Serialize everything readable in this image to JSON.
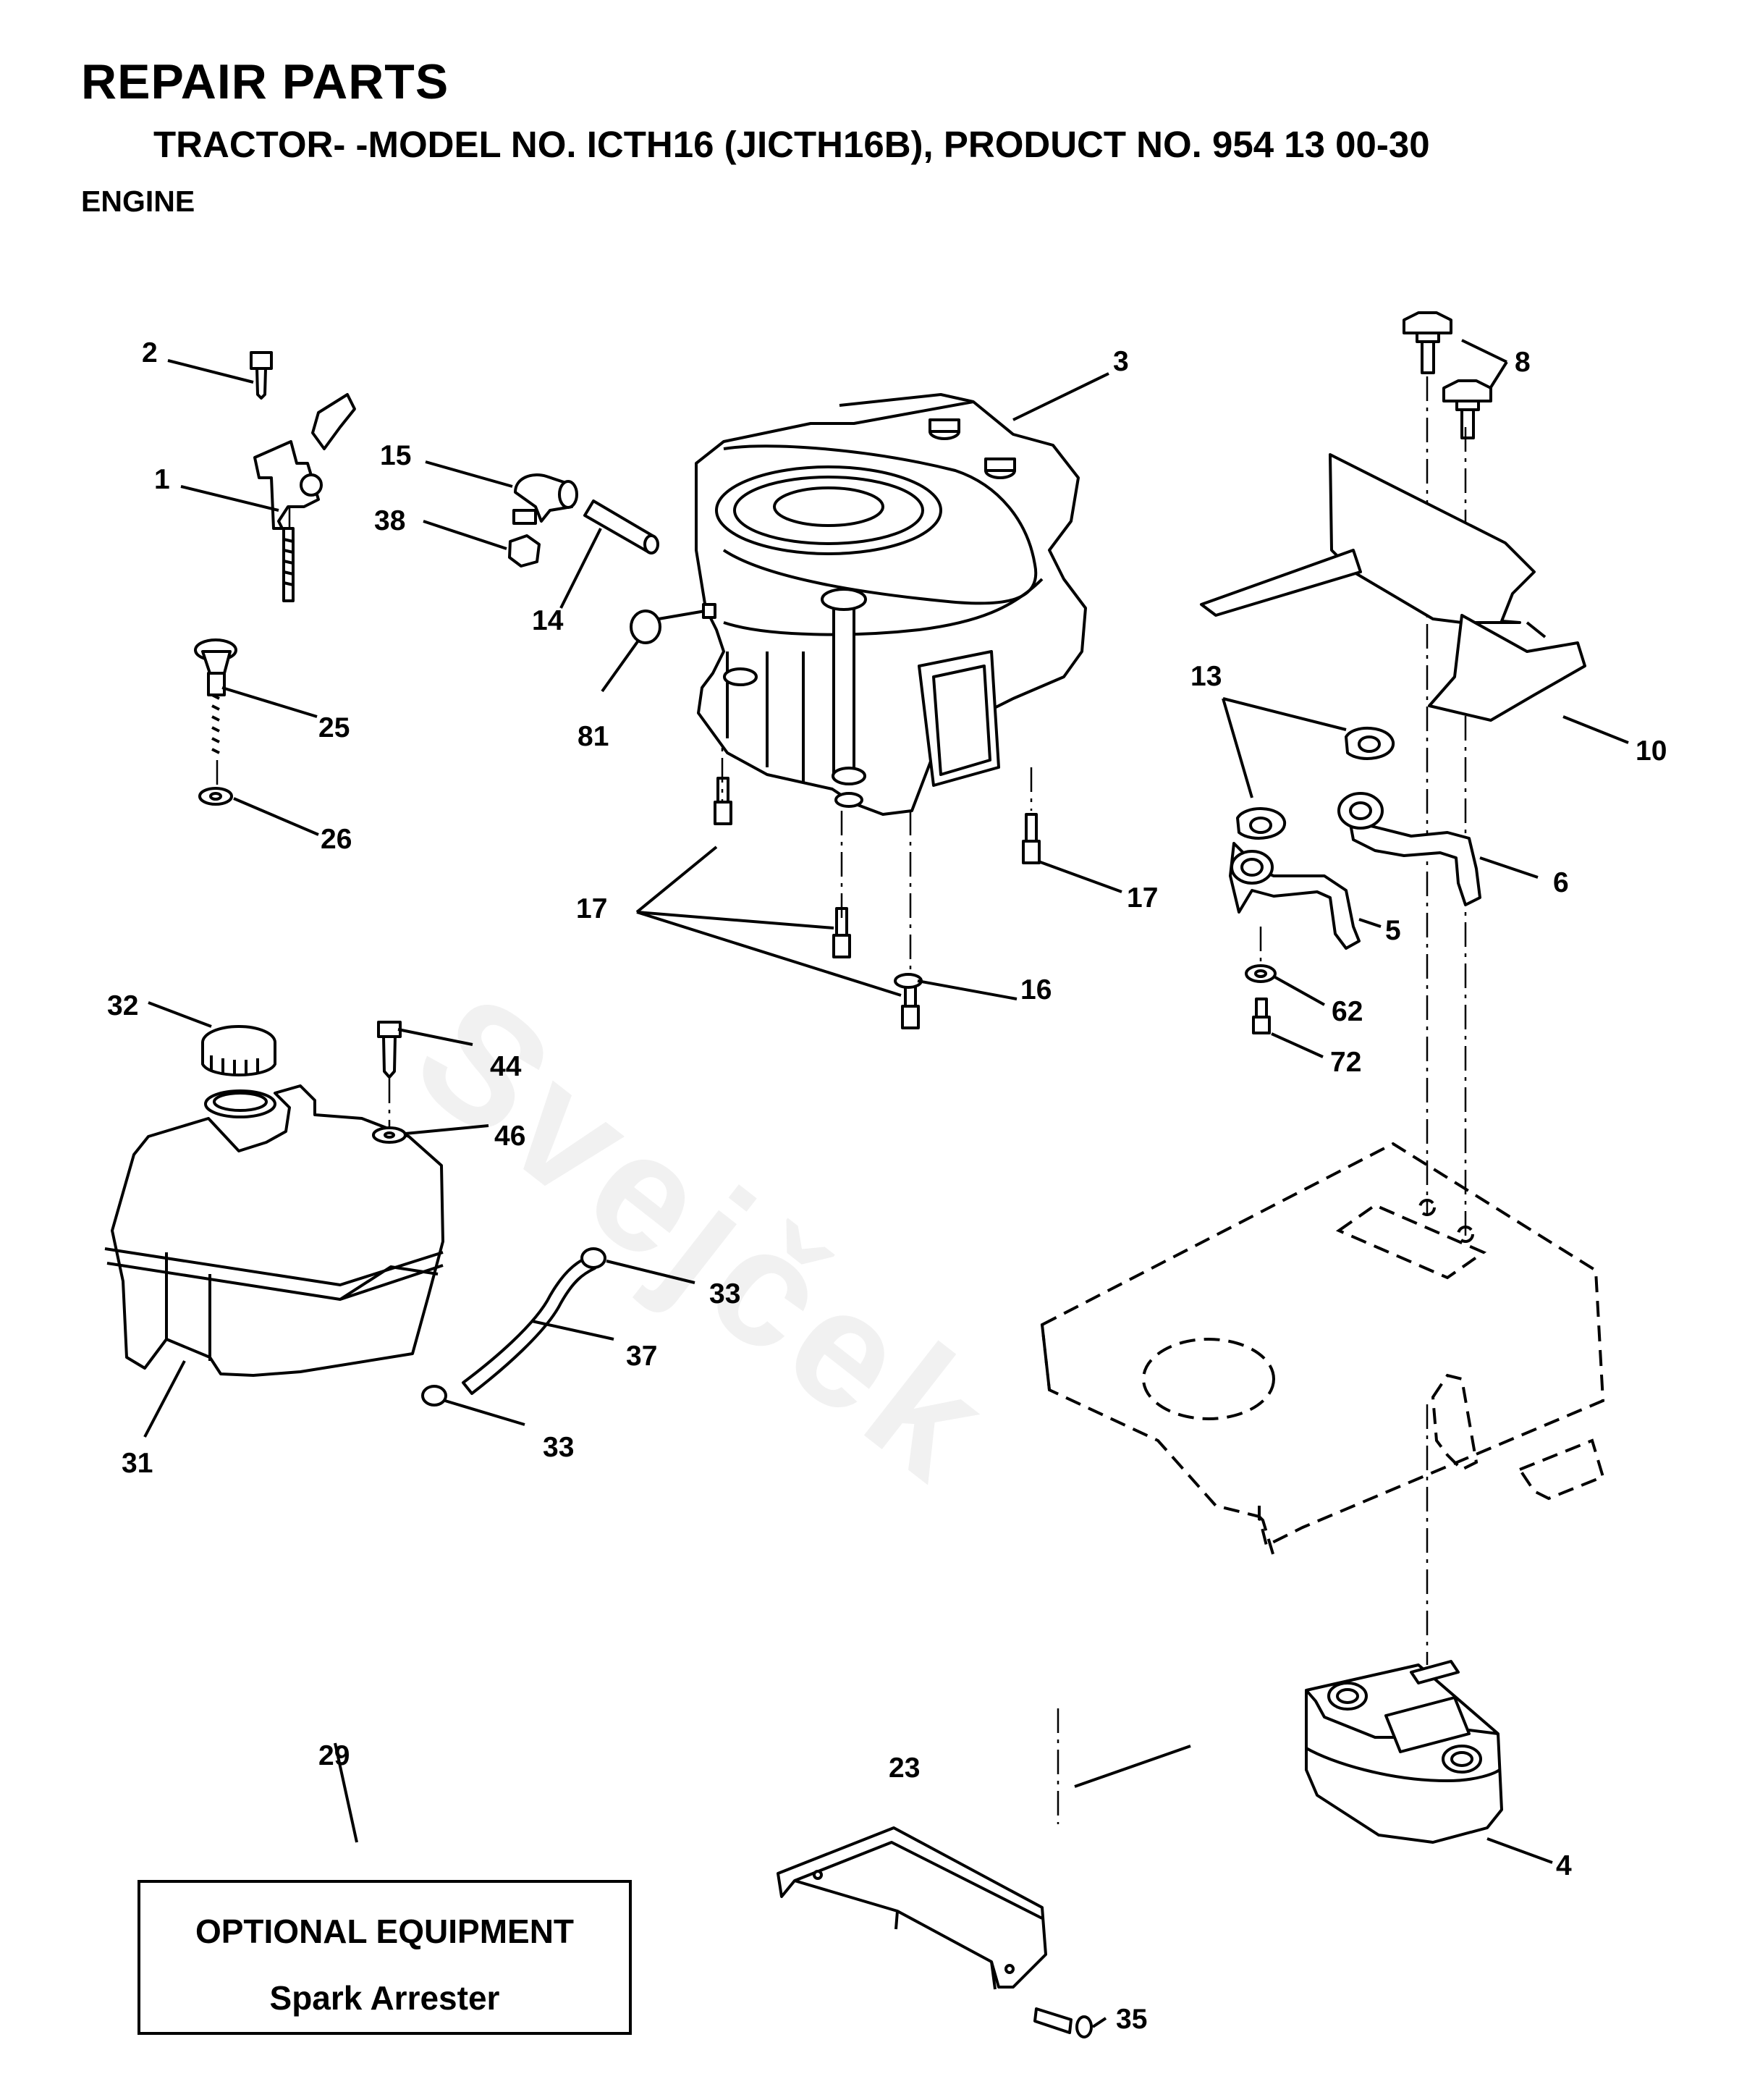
{
  "header": {
    "title": "REPAIR PARTS",
    "subtitle": "TRACTOR- -MODEL NO. ICTH16 (JICTH16B), PRODUCT NO. 954 13 00-30",
    "section": "ENGINE"
  },
  "watermark": "Svejček",
  "callouts": {
    "c1": "1",
    "c2": "2",
    "c3": "3",
    "c4": "4",
    "c5": "5",
    "c6": "6",
    "c8": "8",
    "c10": "10",
    "c13": "13",
    "c14": "14",
    "c15": "15",
    "c16": "16",
    "c17a": "17",
    "c17b": "17",
    "c23": "23",
    "c25": "25",
    "c26": "26",
    "c29": "29",
    "c31": "31",
    "c32": "32",
    "c33a": "33",
    "c33b": "33",
    "c35": "35",
    "c37": "37",
    "c38": "38",
    "c44": "44",
    "c46": "46",
    "c62": "62",
    "c72": "72",
    "c81": "81"
  },
  "optional_box": {
    "heading": "OPTIONAL EQUIPMENT",
    "item": "Spark Arrester"
  }
}
